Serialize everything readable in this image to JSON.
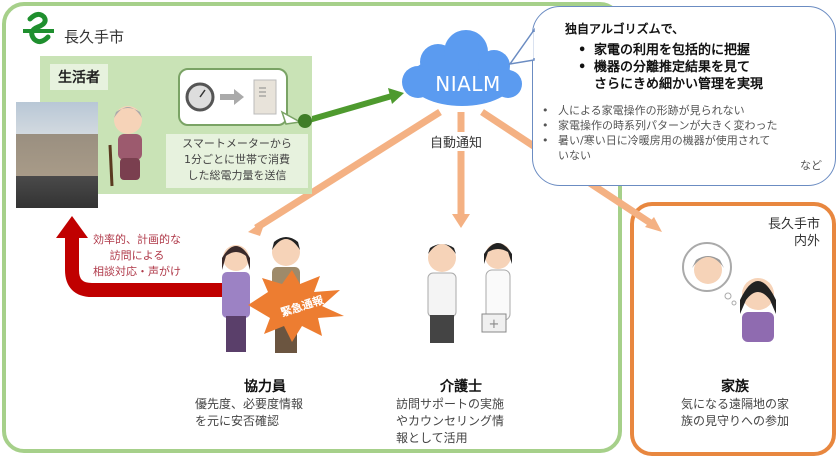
{
  "city": {
    "logo_icon": "nagakute-city-emblem-icon",
    "name": "長久手市"
  },
  "resident": {
    "label": "生活者",
    "meter_caption_lines": [
      "スマートメーターから",
      "1分ごとに世帯で消費",
      "した総電力量を送信"
    ]
  },
  "nialm": {
    "label": "NIALM",
    "notify_label": "自動通知",
    "algorithm": {
      "title": "独自アルゴリズムで、",
      "highlights": [
        "家電の利用を包括的に把握",
        "機器の分離推定結果を見て\nさらにきめ細かい管理を実現"
      ],
      "highlight_lines": [
        [
          "家電の利用を包括的に把握"
        ],
        [
          "機器の分離推定結果を見て",
          "さらにきめ細かい管理を実現"
        ]
      ],
      "examples": [
        [
          "人による家電操作の形跡が見られない"
        ],
        [
          "家電操作の時系列パターンが大きく変わった"
        ],
        [
          "暑い/寒い日に冷暖房用の機器が使用されて",
          "いない"
        ]
      ],
      "suffix": "など"
    }
  },
  "feedback": {
    "lines": [
      "効率的、計画的な",
      "訪問による",
      "相談対応・声がけ"
    ],
    "color": "#c00000"
  },
  "roles": [
    {
      "title": "協力員",
      "badge": "緊急通報",
      "desc_lines": [
        "優先度、必要度情報",
        "を元に安否確認"
      ]
    },
    {
      "title": "介護士",
      "desc_lines": [
        "訪問サポートの実施",
        "やカウンセリング情",
        "報として活用"
      ]
    },
    {
      "title": "家族",
      "area_lines": [
        "長久手市",
        "内外"
      ],
      "desc_lines": [
        "気になる遠隔地の家",
        "族の見守りへの参加"
      ]
    }
  ],
  "colors": {
    "green_frame": "#a6d08a",
    "orange_frame": "#e8873f",
    "cloud": "#5b9bf0",
    "data_arrow": "#4e9a2e",
    "notify_arrow": "#f4b183",
    "feedback_arrow": "#c00000",
    "badge": "#ed7d31"
  }
}
